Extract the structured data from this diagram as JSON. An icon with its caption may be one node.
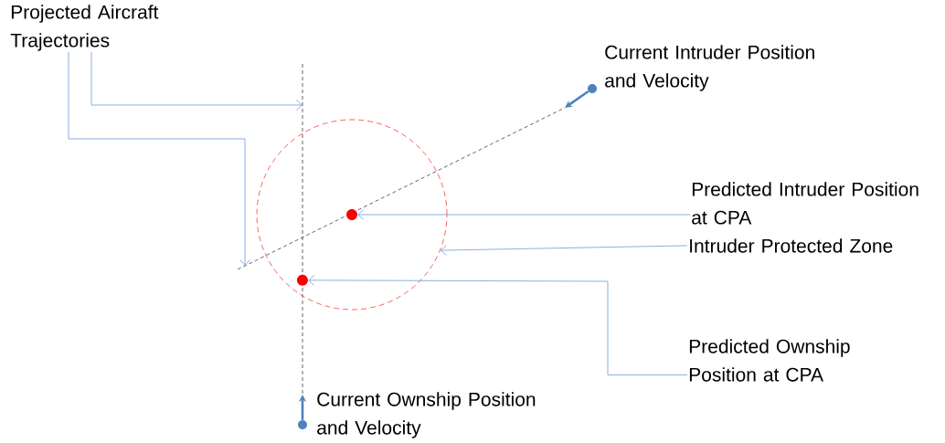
{
  "diagram": {
    "nodes": [
      {
        "text": [
          "Projected Aircraft Trajectories"
        ]
      },
      {
        "text": [
          "Current Intruder Position and Velocity"
        ]
      },
      {
        "text": [
          "Predicted Intruder Position at CPA"
        ]
      },
      {
        "text": [
          "Intruder Protected Zone"
        ]
      },
      {
        "text": [
          "Predicted Ownship Position at CPA"
        ]
      },
      {
        "text": [
          "Current Ownship Position and Velocity"
        ]
      },
      {
        "text": [],
        "shape": "line"
      },
      {
        "text": [],
        "shape": "line"
      },
      {
        "text": [],
        "shape": "circle"
      },
      {
        "text": [],
        "shape": "circle"
      },
      {
        "text": [],
        "shape": "circle",
        "in": 8
      },
      {
        "text": [],
        "shape": "circle"
      },
      {
        "text": [],
        "shape": "circle"
      }
    ],
    "edges": [
      {
        "from": 0,
        "to": 6,
        "arrow": "to"
      },
      {
        "from": 0,
        "to": 7,
        "arrow": "to"
      },
      {
        "from": 2,
        "to": 9,
        "arrow": "to"
      },
      {
        "from": 3,
        "to": 8,
        "arrow": "to"
      },
      {
        "from": 4,
        "to": 10,
        "arrow": "to"
      },
      {
        "from": 11,
        "to": 7,
        "arrow": "to",
        "style": "thick",
        "color": "#4f81bd"
      },
      {
        "from": 12,
        "to": 6,
        "arrow": "to",
        "style": "thick",
        "color": "#4f81bd"
      }
    ]
  }
}
